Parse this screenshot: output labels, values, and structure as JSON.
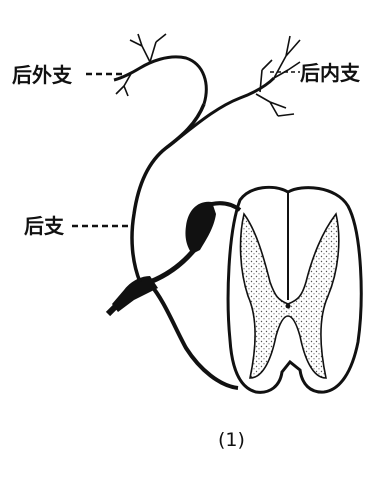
{
  "labels": {
    "lateral_branch": "后外支",
    "medial_branch": "后内支",
    "posterior_branch": "后支"
  },
  "caption": "(1)",
  "colors": {
    "ink": "#111111",
    "background": "#ffffff",
    "stipple": "#555555"
  }
}
